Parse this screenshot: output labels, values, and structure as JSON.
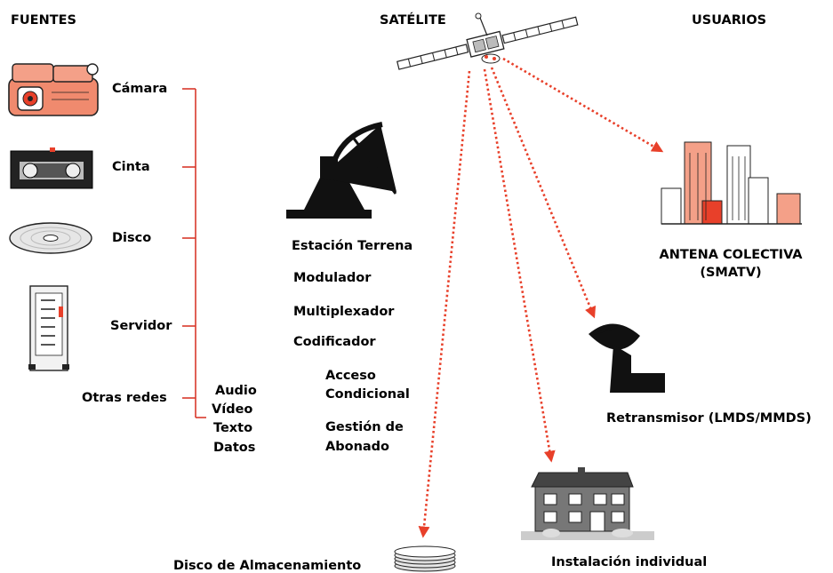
{
  "headers": {
    "sources": "FUENTES",
    "satellite": "SATÉLITE",
    "users": "USUARIOS"
  },
  "sources": [
    "Cámara",
    "Cinta",
    "Disco",
    "Servidor",
    "Otras redes"
  ],
  "data_types": [
    "Audio",
    "Vídeo",
    "Texto",
    "Datos"
  ],
  "station": {
    "items": [
      "Estación Terrena",
      "Modulador",
      "Multiplexador",
      "Codificador"
    ],
    "sub_items": [
      "Acceso",
      "Condicional",
      "Gestión de",
      "Abonado"
    ]
  },
  "destinations": {
    "smatv_line1": "ANTENA COLECTIVA",
    "smatv_line2": "(SMATV)",
    "relay": "Retransmisor (LMDS/MMDS)",
    "home": "Instalación individual",
    "storage": "Disco de Almacenamiento"
  },
  "colors": {
    "accent": "#e8402a",
    "bracket": "#d9392c"
  }
}
